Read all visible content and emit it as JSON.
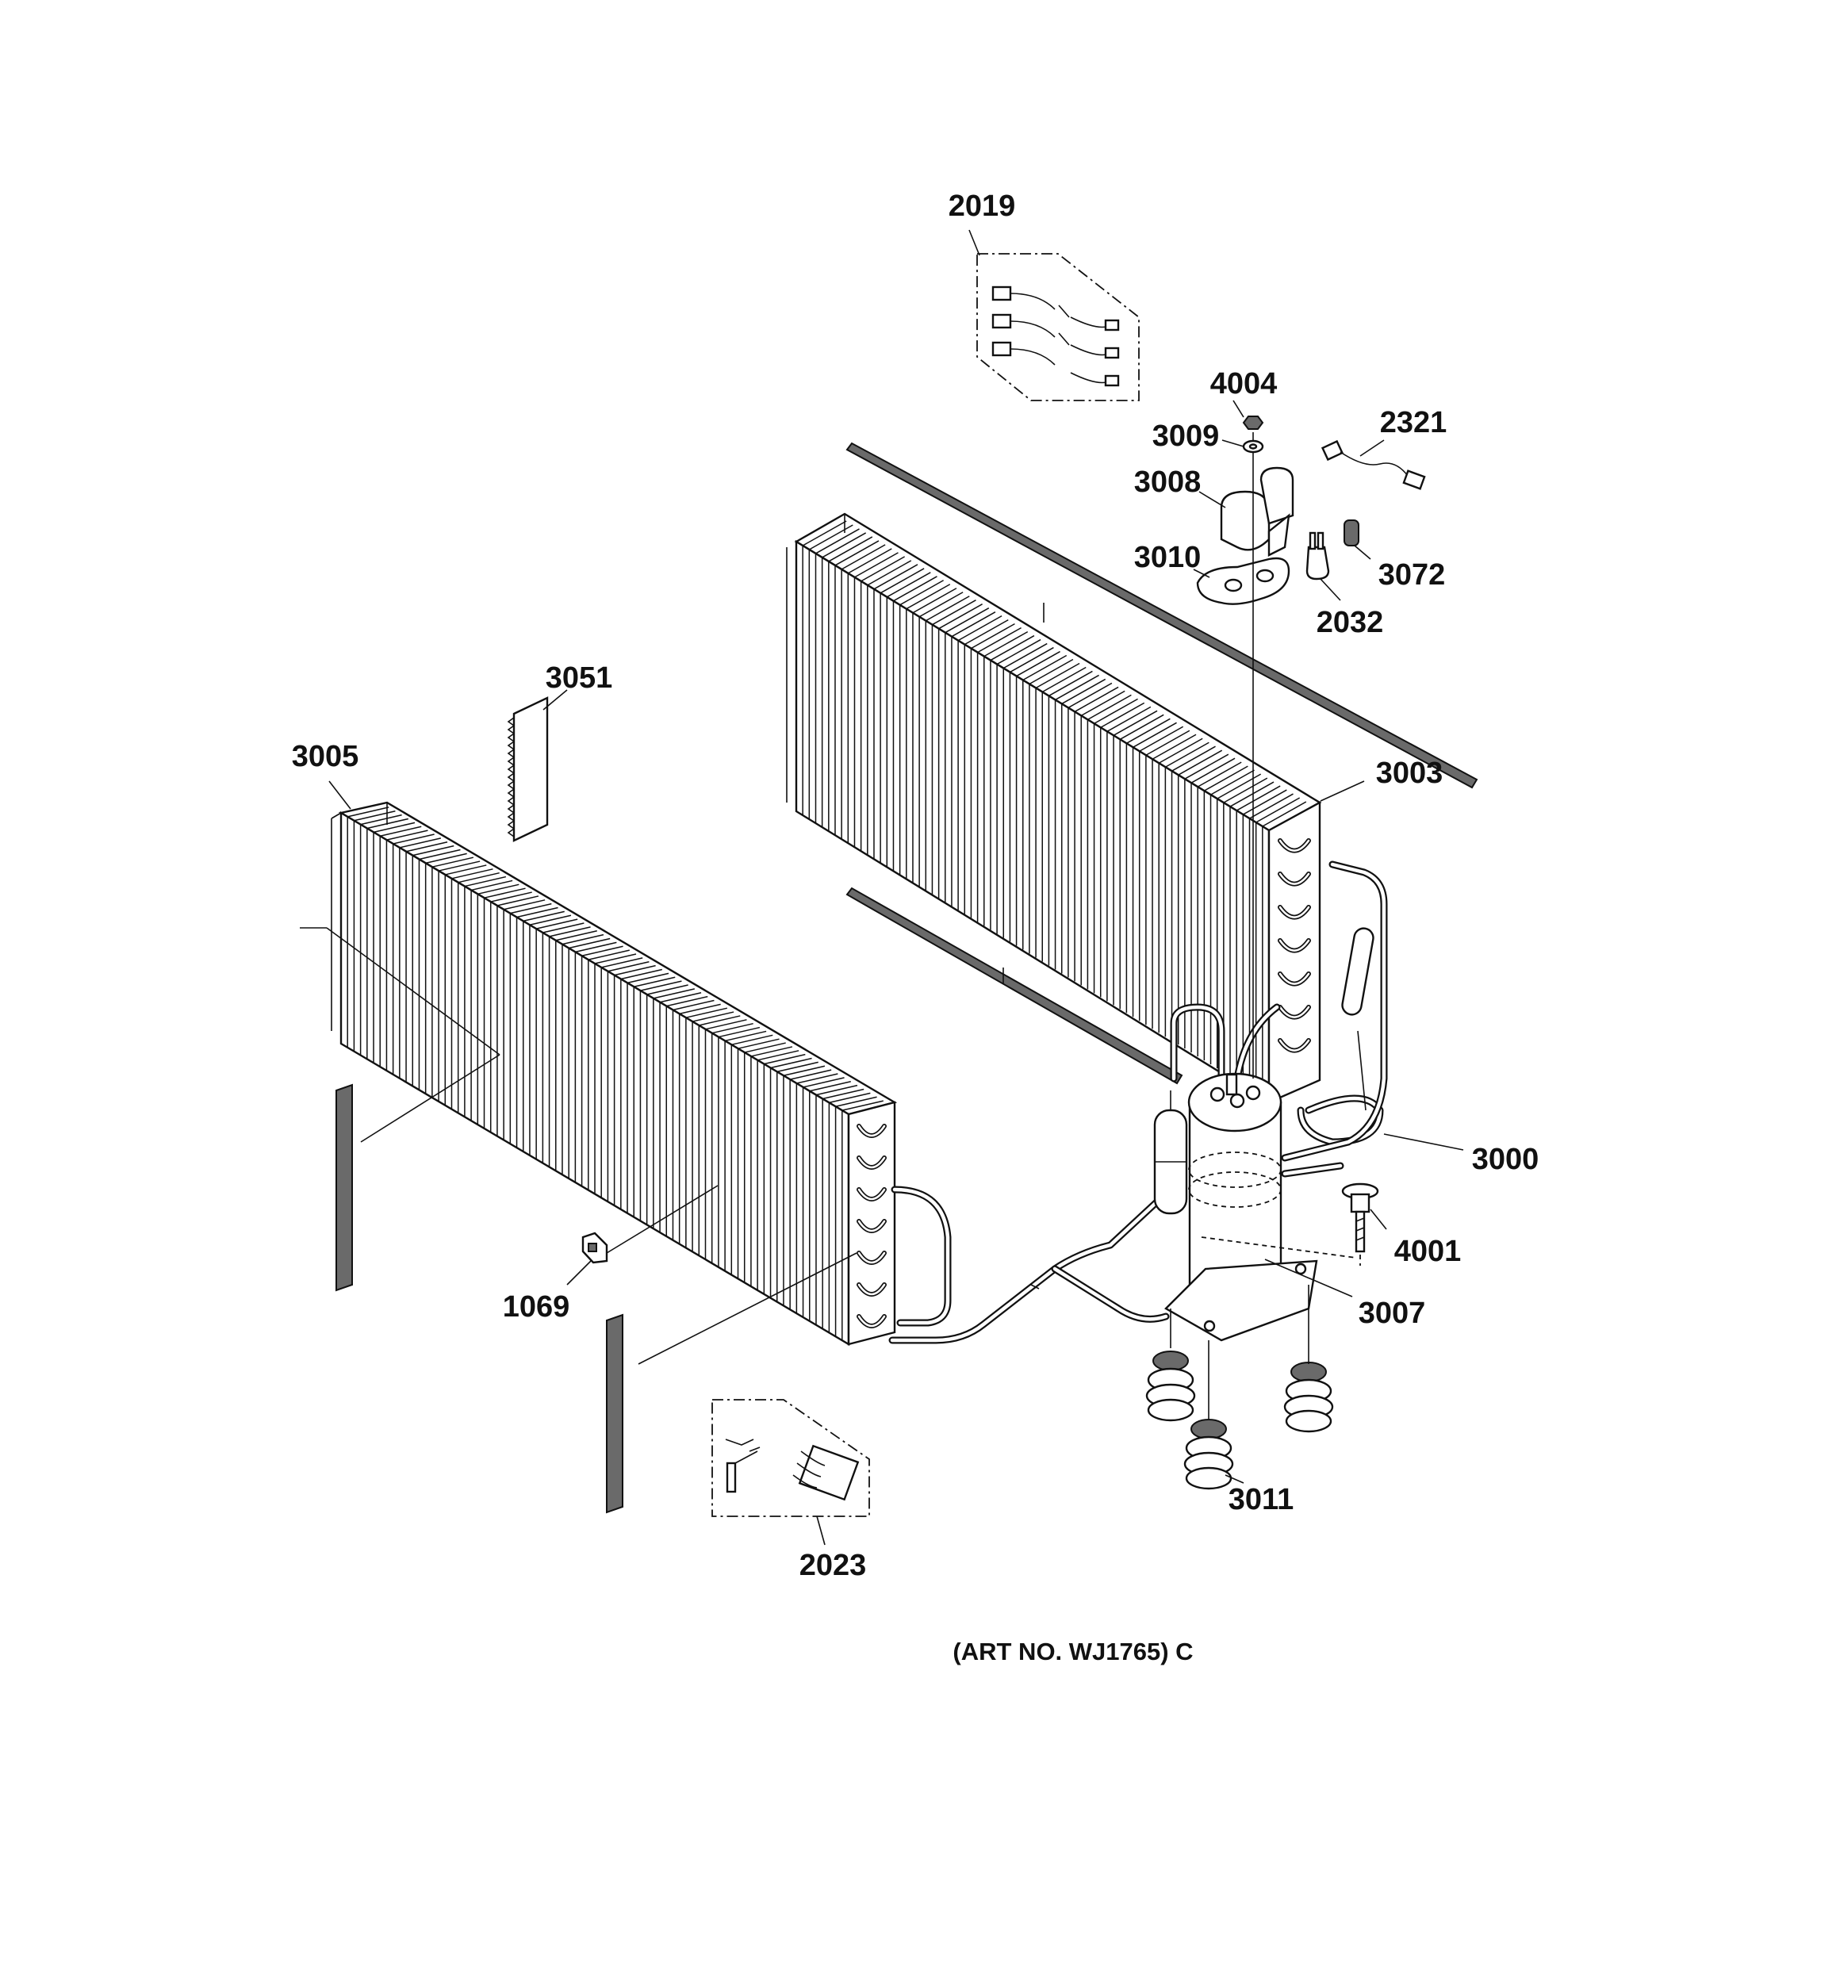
{
  "parts": [
    {
      "id": "label-2019",
      "text": "2019"
    },
    {
      "id": "label-4004",
      "text": "4004"
    },
    {
      "id": "label-2321",
      "text": "2321"
    },
    {
      "id": "label-3009",
      "text": "3009"
    },
    {
      "id": "label-3008",
      "text": "3008"
    },
    {
      "id": "label-3010",
      "text": "3010"
    },
    {
      "id": "label-3072",
      "text": "3072"
    },
    {
      "id": "label-2032",
      "text": "2032"
    },
    {
      "id": "label-3051",
      "text": "3051"
    },
    {
      "id": "label-3005",
      "text": "3005"
    },
    {
      "id": "label-3003",
      "text": "3003"
    },
    {
      "id": "label-3000",
      "text": "3000"
    },
    {
      "id": "label-4001",
      "text": "4001"
    },
    {
      "id": "label-3007",
      "text": "3007"
    },
    {
      "id": "label-1069",
      "text": "1069"
    },
    {
      "id": "label-3011",
      "text": "3011"
    },
    {
      "id": "label-2023",
      "text": "2023"
    }
  ],
  "caption": "(ART NO. WJ1765) C"
}
